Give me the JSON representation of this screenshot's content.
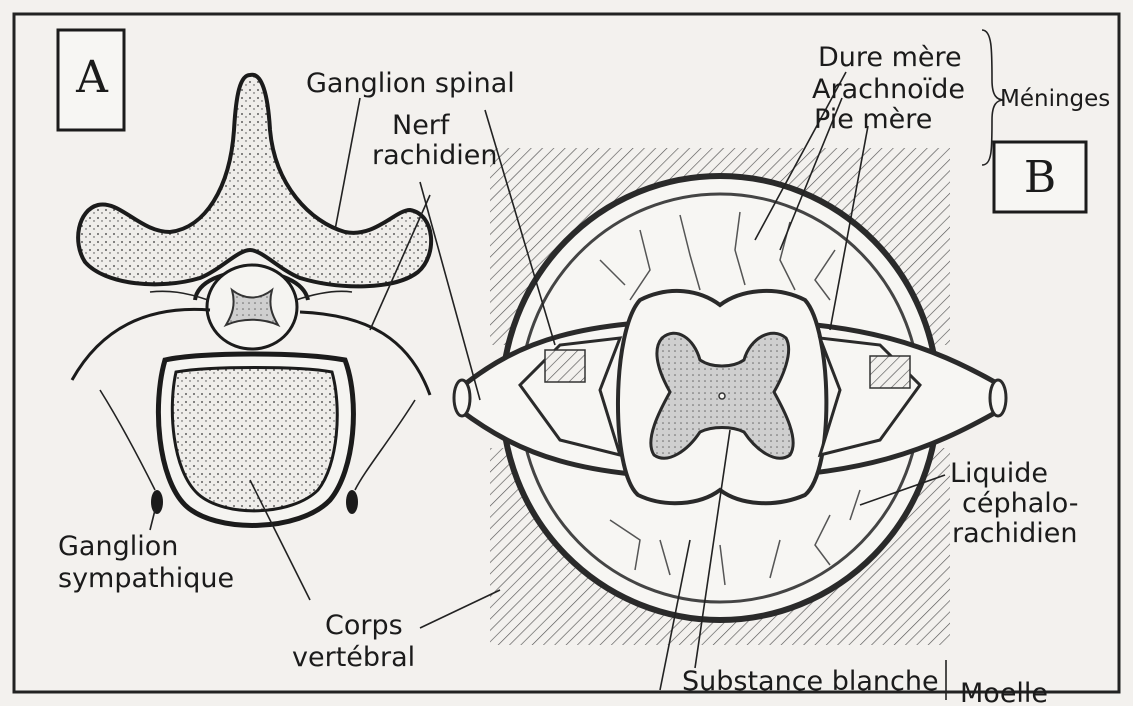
{
  "panels": {
    "a": "A",
    "b": "B"
  },
  "labels": {
    "ganglion_spinal": "Ganglion spinal",
    "nerf": "Nerf",
    "rachidien": "rachidien",
    "dure_mere": "Dure mère",
    "arachnoide": "Arachnoïde",
    "pie_mere": "Pie mère",
    "meninges": "Méninges",
    "ganglion": "Ganglion",
    "sympathique": "sympathique",
    "corps": "Corps",
    "vertebral": "vertébral",
    "liquide": "Liquide",
    "cephalo": "céphalo-",
    "rachidien_lcr": "rachidien",
    "substance_blanche": "Substance blanche",
    "moelle": "Moelle"
  }
}
